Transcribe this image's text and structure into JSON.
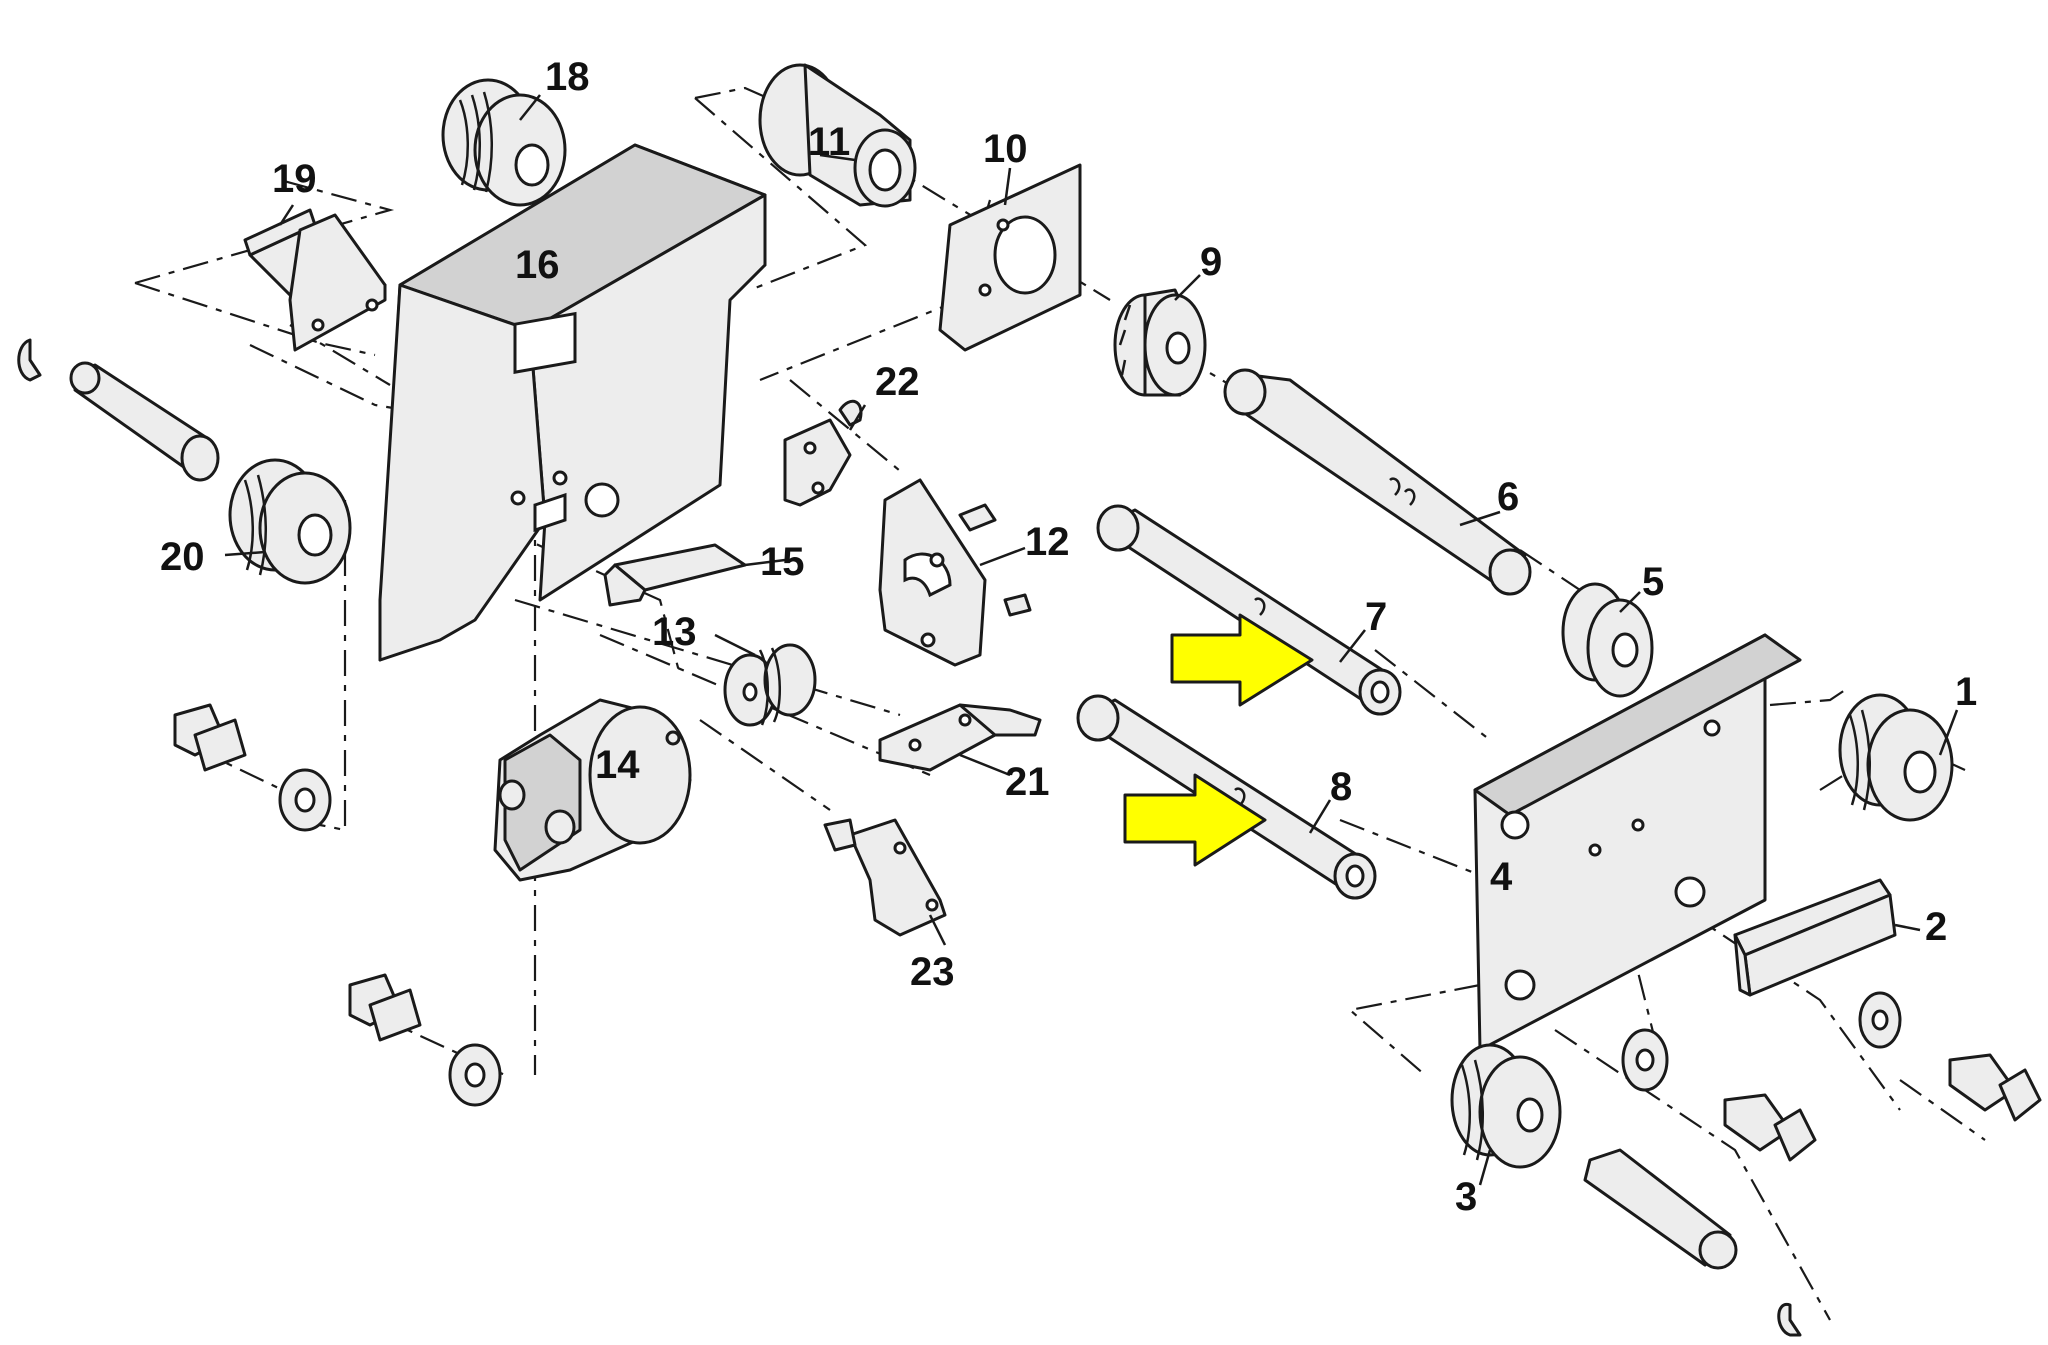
{
  "callouts": [
    {
      "id": "1",
      "text": "1"
    },
    {
      "id": "2",
      "text": "2"
    },
    {
      "id": "3",
      "text": "3"
    },
    {
      "id": "4",
      "text": "4"
    },
    {
      "id": "5",
      "text": "5"
    },
    {
      "id": "6",
      "text": "6"
    },
    {
      "id": "7",
      "text": "7"
    },
    {
      "id": "8",
      "text": "8"
    },
    {
      "id": "9",
      "text": "9"
    },
    {
      "id": "10",
      "text": "10"
    },
    {
      "id": "11",
      "text": "11"
    },
    {
      "id": "12",
      "text": "12"
    },
    {
      "id": "13",
      "text": "13"
    },
    {
      "id": "14",
      "text": "14"
    },
    {
      "id": "15",
      "text": "15"
    },
    {
      "id": "16",
      "text": "16"
    },
    {
      "id": "18",
      "text": "18"
    },
    {
      "id": "19",
      "text": "19"
    },
    {
      "id": "20",
      "text": "20"
    },
    {
      "id": "21",
      "text": "21"
    },
    {
      "id": "22",
      "text": "22"
    },
    {
      "id": "23",
      "text": "23"
    }
  ],
  "highlight": {
    "arrow_color": "#ffff00",
    "arrow_targets": [
      "7",
      "8"
    ]
  }
}
